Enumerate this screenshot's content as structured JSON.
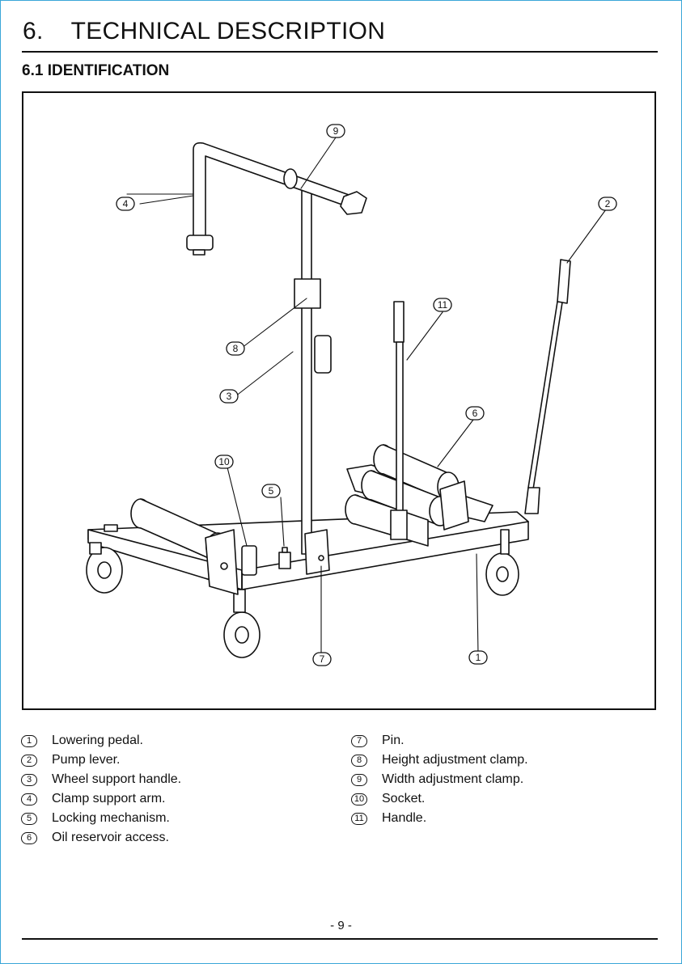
{
  "header": {
    "section_number": "6.",
    "section_title": "TECHNICAL DESCRIPTION",
    "subsection_title": "6.1 IDENTIFICATION"
  },
  "callouts": [
    "1",
    "2",
    "3",
    "4",
    "5",
    "6",
    "7",
    "8",
    "9",
    "10",
    "11"
  ],
  "legend_left": [
    {
      "num": "1",
      "text": "Lowering pedal."
    },
    {
      "num": "2",
      "text": "Pump lever."
    },
    {
      "num": "3",
      "text": "Wheel support handle."
    },
    {
      "num": "4",
      "text": "Clamp support arm."
    },
    {
      "num": "5",
      "text": "Locking mechanism."
    },
    {
      "num": "6",
      "text": "Oil reservoir access."
    }
  ],
  "legend_right": [
    {
      "num": "7",
      "text": "Pin."
    },
    {
      "num": "8",
      "text": "Height adjustment clamp."
    },
    {
      "num": "9",
      "text": "Width adjustment clamp."
    },
    {
      "num": "10",
      "text": "Socket."
    },
    {
      "num": "11",
      "text": "Handle."
    }
  ],
  "footer": {
    "page_number": "- 9 -"
  },
  "colors": {
    "frame": "#3aa6d8",
    "ink": "#111111"
  }
}
